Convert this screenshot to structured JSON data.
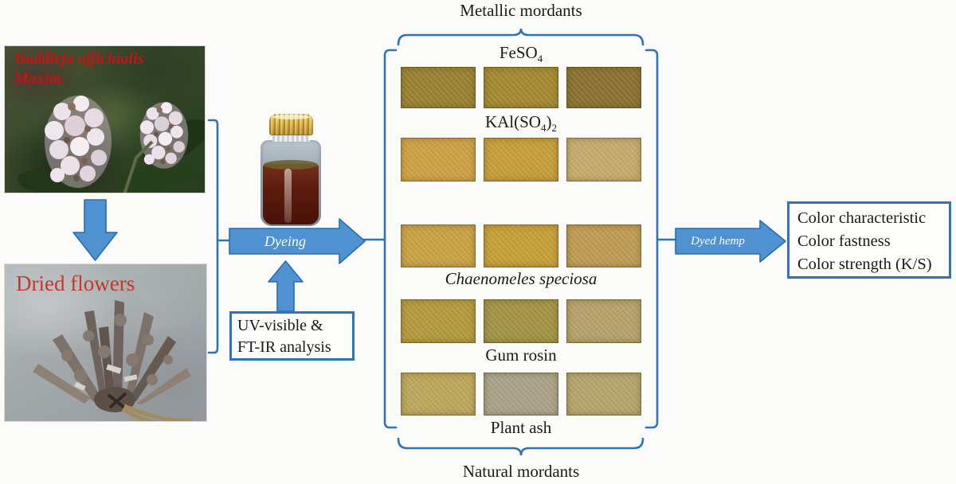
{
  "colors": {
    "arrow_fill": "#4e92d2",
    "line_blue": "#2e75b6",
    "caption_red": "#c31414",
    "text_black": "#1a1a1a"
  },
  "photos": {
    "fresh": {
      "caption_line1": "Buddleja officinalis",
      "caption_line2": "Maxim."
    },
    "dried": {
      "caption": "Dried flowers"
    }
  },
  "process": {
    "dyeing_arrow_label": "Dyeing",
    "analysis_box": {
      "line1": "UV-visible &",
      "line2": "FT-IR analysis"
    },
    "dyed_hemp_arrow_label": "Dyed hemp"
  },
  "panel": {
    "top_label": "Metallic mordants",
    "bottom_label": "Natural mordants",
    "rows": [
      {
        "label": "FeSO4",
        "parts": [
          "FeSO",
          "4"
        ],
        "label_position": "above",
        "swatches": [
          "#97802f",
          "#a2882f",
          "#8a7030"
        ]
      },
      {
        "label": "KAl(SO4)2",
        "parts": [
          "KAl(SO",
          "4",
          ")",
          "2"
        ],
        "label_position": "above",
        "swatches": [
          "#cda043",
          "#c59d38",
          "#c4aa6d"
        ]
      },
      {
        "label": "Chaenomeles speciosa",
        "label_position": "below",
        "swatches": [
          "#c7a143",
          "#c59e36",
          "#bd9b53"
        ]
      },
      {
        "label": "Gum rosin",
        "label_position": "below",
        "swatches": [
          "#b2993c",
          "#a19245",
          "#b3a16a"
        ]
      },
      {
        "label": "Plant ash",
        "label_position": "below",
        "swatches": [
          "#bba65b",
          "#a9a189",
          "#b2a56c"
        ]
      }
    ]
  },
  "output": {
    "lines": [
      "Color characteristic",
      "Color fastness",
      "Color strength (K/S)"
    ]
  }
}
